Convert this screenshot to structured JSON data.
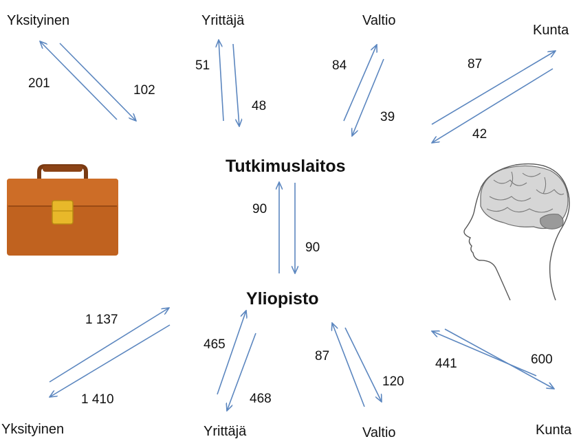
{
  "nodes": {
    "tutkimuslaitos": "Tutkimuslaitos",
    "yliopisto": "Yliopisto"
  },
  "top_partners": {
    "yksityinen": "Yksityinen",
    "yrittaja": "Yrittäjä",
    "valtio": "Valtio",
    "kunta": "Kunta"
  },
  "bottom_partners": {
    "yksityinen": "Yksityinen",
    "yrittaja": "Yrittäjä",
    "valtio": "Valtio",
    "kunta": "Kunta"
  },
  "flows": {
    "top_yksityinen_out": "201",
    "top_yksityinen_in": "102",
    "top_yrittaja_out": "51",
    "top_yrittaja_in": "48",
    "top_valtio_out": "84",
    "top_valtio_in": "39",
    "top_kunta_out": "87",
    "top_kunta_in": "42",
    "center_up": "90",
    "center_down": "90",
    "bottom_yksityinen_in": "1 137",
    "bottom_yksityinen_out": "1 410",
    "bottom_yrittaja_in": "465",
    "bottom_yrittaja_out": "468",
    "bottom_valtio_in": "87",
    "bottom_valtio_out": "120",
    "bottom_kunta_in": "441",
    "bottom_kunta_out": "600"
  },
  "icons": {
    "left": "briefcase-icon",
    "right": "head-brain-icon"
  },
  "colors": {
    "arrow": "#5b86bf",
    "briefcase": "#c0621f",
    "clasp": "#e8b82a"
  }
}
